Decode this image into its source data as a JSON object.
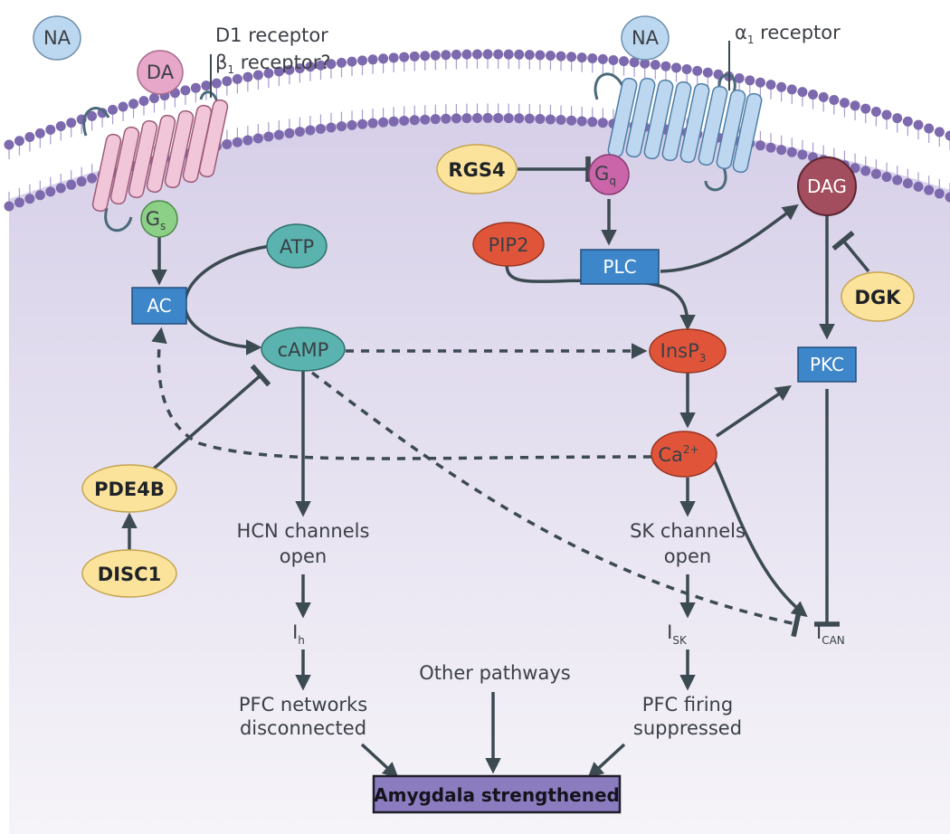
{
  "colors": {
    "membrane_head": "#7d69ad",
    "cytoplasm_top": "#d9d2ea",
    "cytoplasm_bottom": "#f4f2f8",
    "arrow": "#3c4a52",
    "receptor_pink": "#f2c6d9",
    "receptor_blue": "#bcd7ef",
    "protein_yellow": "#fbe39c",
    "ion_red": "#e0553a",
    "ga_green": "#8ccf86",
    "gq_magenta": "#c965a8",
    "dag_maroon": "#a24e5e",
    "enzyme_blue": "#3d86c9",
    "camp_teal": "#5ab3ae",
    "box_purple": "#8b7cbf"
  },
  "labels": {
    "na_left": "NA",
    "na_right": "NA",
    "da": "DA",
    "d1_receptor": "D1 receptor",
    "beta_symbol": "β",
    "beta_sub": "1",
    "beta_rest": " receptor?",
    "alpha_symbol": "α",
    "alpha_sub": "1",
    "alpha_rest": " receptor",
    "gs": "G",
    "gs_sub": "s",
    "gq": "G",
    "gq_sub": "q",
    "ac": "AC",
    "atp": "ATP",
    "camp": "cAMP",
    "rgs4": "RGS4",
    "pip2": "PIP2",
    "plc": "PLC",
    "dag": "DAG",
    "dgk": "DGK",
    "pkc": "PKC",
    "insp3": "InsP",
    "insp3_sub": "3",
    "ca": "Ca",
    "ca_sup": "2+",
    "pde4b": "PDE4B",
    "disc1": "DISC1",
    "hcn_line1": "HCN channels",
    "hcn_line2": "open",
    "ih": "I",
    "ih_sub": "h",
    "pfc_net_line1": "PFC networks",
    "pfc_net_line2": "disconnected",
    "other": "Other pathways",
    "sk_line1": "SK channels",
    "sk_line2": "open",
    "isk": "I",
    "isk_sub": "SK",
    "ican": "I",
    "ican_sub": "CAN",
    "pfc_fire_line1": "PFC firing",
    "pfc_fire_line2": "suppressed",
    "amygdala": "Amygdala strengthened"
  }
}
